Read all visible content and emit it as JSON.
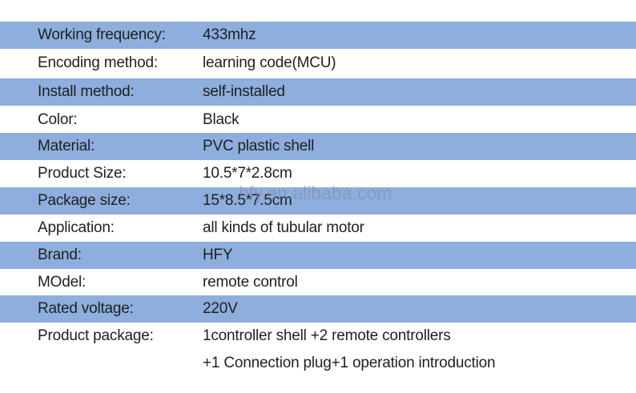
{
  "rows": [
    {
      "label": "Working frequency:",
      "value": "433mhz"
    },
    {
      "label": "Encoding method:",
      "value": "learning code(MCU)"
    },
    {
      "label": "Install method:",
      "value": "self-installed"
    },
    {
      "label": "Color:",
      "value": "Black"
    },
    {
      "label": "Material:",
      "value": "PVC plastic shell"
    },
    {
      "label": "Product Size:",
      "value": "10.5*7*2.8cm"
    },
    {
      "label": "Package size:",
      "value": "15*8.5*7.5cm"
    },
    {
      "label": "Application:",
      "value": "all kinds of tubular motor"
    },
    {
      "label": "Brand:",
      "value": "HFY"
    },
    {
      "label": "MOdel:",
      "value": "remote control"
    },
    {
      "label": "Rated voltage:",
      "value": "220V"
    },
    {
      "label": "Product package:",
      "value": "1controller shell +2 remote controllers"
    }
  ],
  "continuation": "+1  Connection plug+1 operation introduction",
  "watermark": "hfy.en.alibaba.com",
  "colors": {
    "stripe": "#8eaedd",
    "text": "#1f1f1f",
    "background": "#ffffff"
  }
}
